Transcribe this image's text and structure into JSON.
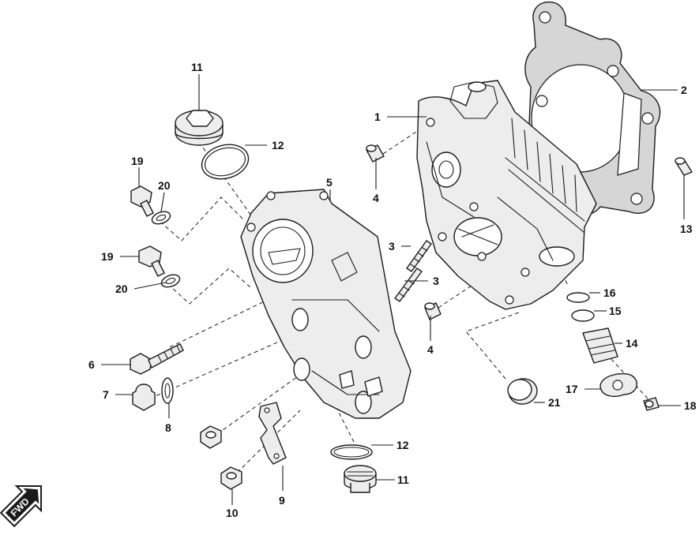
{
  "diagram": {
    "callouts": [
      {
        "id": "c1",
        "label": "1"
      },
      {
        "id": "c2",
        "label": "2"
      },
      {
        "id": "c3a",
        "label": "3"
      },
      {
        "id": "c3b",
        "label": "3"
      },
      {
        "id": "c4a",
        "label": "4"
      },
      {
        "id": "c4b",
        "label": "4"
      },
      {
        "id": "c5",
        "label": "5"
      },
      {
        "id": "c6",
        "label": "6"
      },
      {
        "id": "c7",
        "label": "7"
      },
      {
        "id": "c8",
        "label": "8"
      },
      {
        "id": "c9",
        "label": "9"
      },
      {
        "id": "c10",
        "label": "10"
      },
      {
        "id": "c11a",
        "label": "11"
      },
      {
        "id": "c11b",
        "label": "11"
      },
      {
        "id": "c12a",
        "label": "12"
      },
      {
        "id": "c12b",
        "label": "12"
      },
      {
        "id": "c13",
        "label": "13"
      },
      {
        "id": "c14",
        "label": "14"
      },
      {
        "id": "c15",
        "label": "15"
      },
      {
        "id": "c16",
        "label": "16"
      },
      {
        "id": "c17",
        "label": "17"
      },
      {
        "id": "c18",
        "label": "18"
      },
      {
        "id": "c19a",
        "label": "19"
      },
      {
        "id": "c19b",
        "label": "19"
      },
      {
        "id": "c20a",
        "label": "20"
      },
      {
        "id": "c20b",
        "label": "20"
      },
      {
        "id": "c21",
        "label": "21"
      }
    ],
    "fwd_badge": {
      "text": "FWD"
    }
  }
}
